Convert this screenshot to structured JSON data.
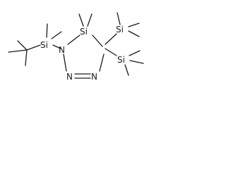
{
  "molecule": {
    "atoms": {
      "si_tbs": "Si",
      "n1": "N",
      "si_ring": "Si",
      "si_top": "Si",
      "si_right": "Si",
      "n3": "N",
      "n4": "N"
    },
    "colors": {
      "ink": "#1a1a1a",
      "background": "#ffffff"
    }
  }
}
